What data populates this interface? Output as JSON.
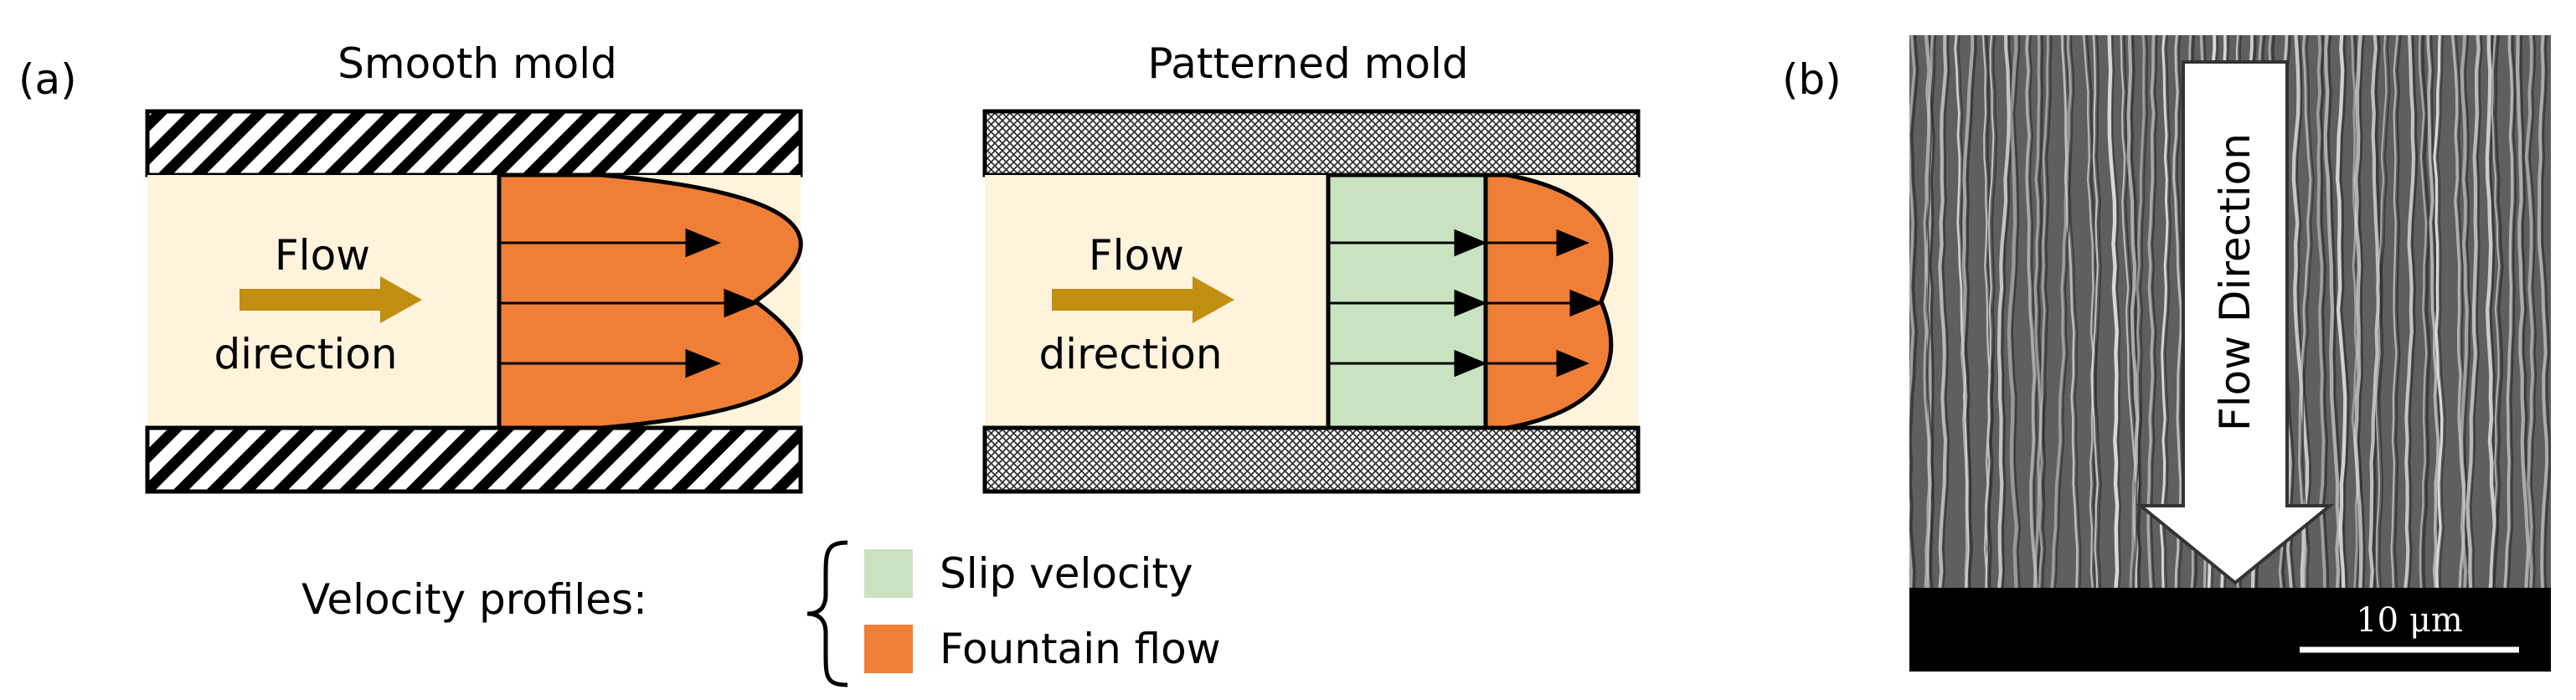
{
  "panel_a": {
    "label": "(a)",
    "smooth": {
      "title": "Smooth mold",
      "flow_line1": "Flow",
      "flow_line2": "direction"
    },
    "patterned": {
      "title": "Patterned mold",
      "flow_line1": "Flow",
      "flow_line2": "direction"
    },
    "legend": {
      "title": "Velocity profiles:",
      "items": [
        {
          "label": "Slip velocity",
          "color": "#c9e3c0"
        },
        {
          "label": "Fountain flow",
          "color": "#ef7f36"
        }
      ]
    }
  },
  "panel_b": {
    "label": "(b)",
    "arrow_text": "Flow Direction",
    "scale_bar": "10 μm"
  },
  "colors": {
    "channel_fill": "#fff3dc",
    "fountain": "#ef7f36",
    "slip": "#c9e3c0",
    "flow_arrow": "#c08f10",
    "sem_background": "#5f5f5f",
    "scale_band": "#000000"
  }
}
